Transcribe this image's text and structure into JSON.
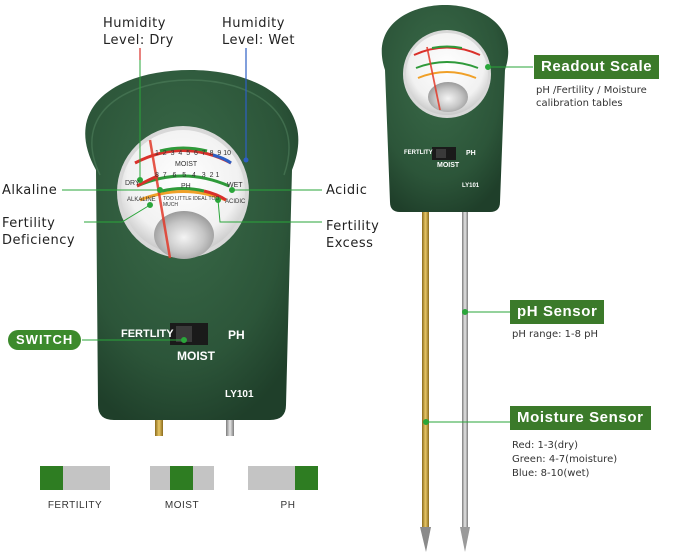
{
  "callouts": {
    "humidity_dry": [
      "Humidity",
      "Level: Dry"
    ],
    "humidity_wet": [
      "Humidity",
      "Level: Wet"
    ],
    "alkaline": "Alkaline",
    "acidic": "Acidic",
    "fertility_deficiency": [
      "Fertility",
      "Deficiency"
    ],
    "fertility_excess": [
      "Fertility",
      "Excess"
    ]
  },
  "switch_tag": "SWITCH",
  "device": {
    "switch_left": "FERTLITY",
    "switch_right": "PH",
    "switch_bottom": "MOIST",
    "model": "LY101"
  },
  "dial": {
    "moist_scale": [
      "1",
      "2",
      "3",
      "4",
      "5",
      "6",
      "7",
      "8",
      "9",
      "10"
    ],
    "moist_label": "MOIST",
    "ph_scale": [
      "8",
      "7",
      "6",
      "5",
      "4",
      "3",
      "2",
      "1"
    ],
    "ph_label": "PH",
    "dry_label": "DRY",
    "wet_label": "WET",
    "alkaline_label": "ALKALINE",
    "acidic_label": "ACIDIC",
    "fertility_labels": [
      "TOO LITTLE",
      "IDEAL",
      "TOO MUCH"
    ]
  },
  "mini_device": {
    "switch_left": "FERTLITY",
    "switch_right": "PH",
    "switch_bottom": "MOIST",
    "model": "LY101"
  },
  "readout": {
    "title": "Readout Scale",
    "desc": [
      "pH /Fertility / Moisture",
      "calibration tables"
    ]
  },
  "ph_sensor": {
    "title": "pH Sensor",
    "desc": "pH range: 1-8 pH"
  },
  "moisture_sensor": {
    "title": "Moisture Sensor",
    "desc": [
      "Red: 1-3(dry)",
      "Green: 4-7(moisture)",
      "Blue: 8-10(wet)"
    ]
  },
  "switch_positions": [
    {
      "label": "FERTILITY",
      "position": "left"
    },
    {
      "label": "MOIST",
      "position": "middle"
    },
    {
      "label": "PH",
      "position": "right"
    }
  ],
  "colors": {
    "device_green": "#2f5a3c",
    "tag_green": "#3b7a2a",
    "switch_green": "#2e7d22",
    "scale_red": "#d9302a",
    "scale_green": "#2f9a3a",
    "scale_blue": "#2d5fc4",
    "scale_orange": "#f0a028"
  }
}
